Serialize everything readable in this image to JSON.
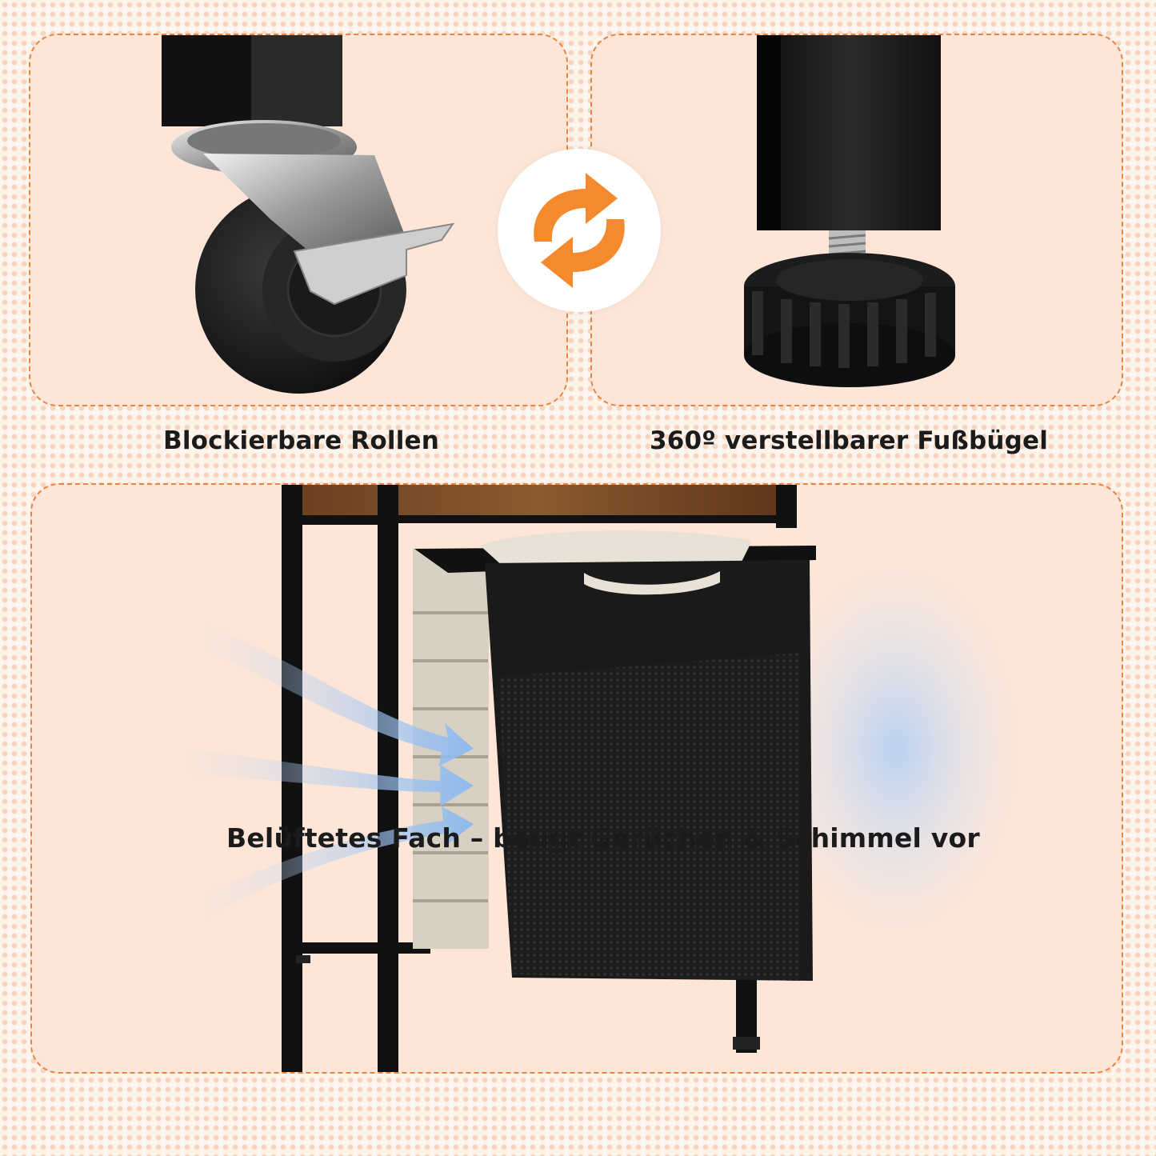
{
  "captions": {
    "left": "Blockierbare Rollen",
    "right": "360º verstellbarer Fußbügel",
    "bottom": "Belüftetes Fach – beugt Gerüchen & Schimmel vor"
  },
  "icons": {
    "swap": "swap-arrows-icon",
    "airflow": "airflow-arrows-icon"
  },
  "colors": {
    "accent": "#f38a2e",
    "panel_background": "#fde6d7",
    "panel_border": "#e9843f",
    "page_dots": "#f7d6bf",
    "frame": "#111111",
    "wood": "#7a4a26",
    "airflow": "#7fb3f0"
  }
}
